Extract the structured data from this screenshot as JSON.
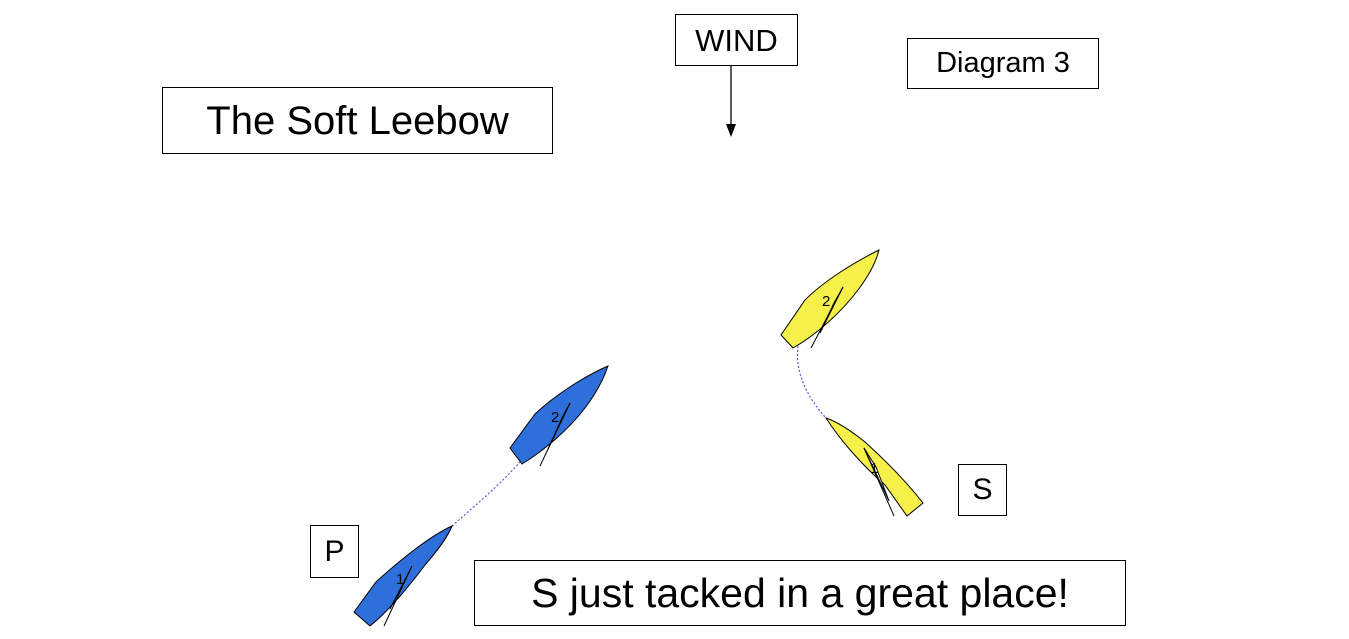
{
  "title": "The Soft Leebow",
  "wind_label": "WIND",
  "diagram_label": "Diagram 3",
  "caption": "S just tacked in a great place!",
  "boat_labels": {
    "port": "P",
    "starboard": "S"
  },
  "colors": {
    "port_boat": "#2f6fdc",
    "starboard_boat": "#f5f04a",
    "track_line": "#5a5ad0",
    "outline": "#000000"
  },
  "boats": {
    "port": [
      {
        "position_number": "1"
      },
      {
        "position_number": "2"
      }
    ],
    "starboard": [
      {
        "position_number": "1"
      },
      {
        "position_number": "2"
      }
    ]
  }
}
